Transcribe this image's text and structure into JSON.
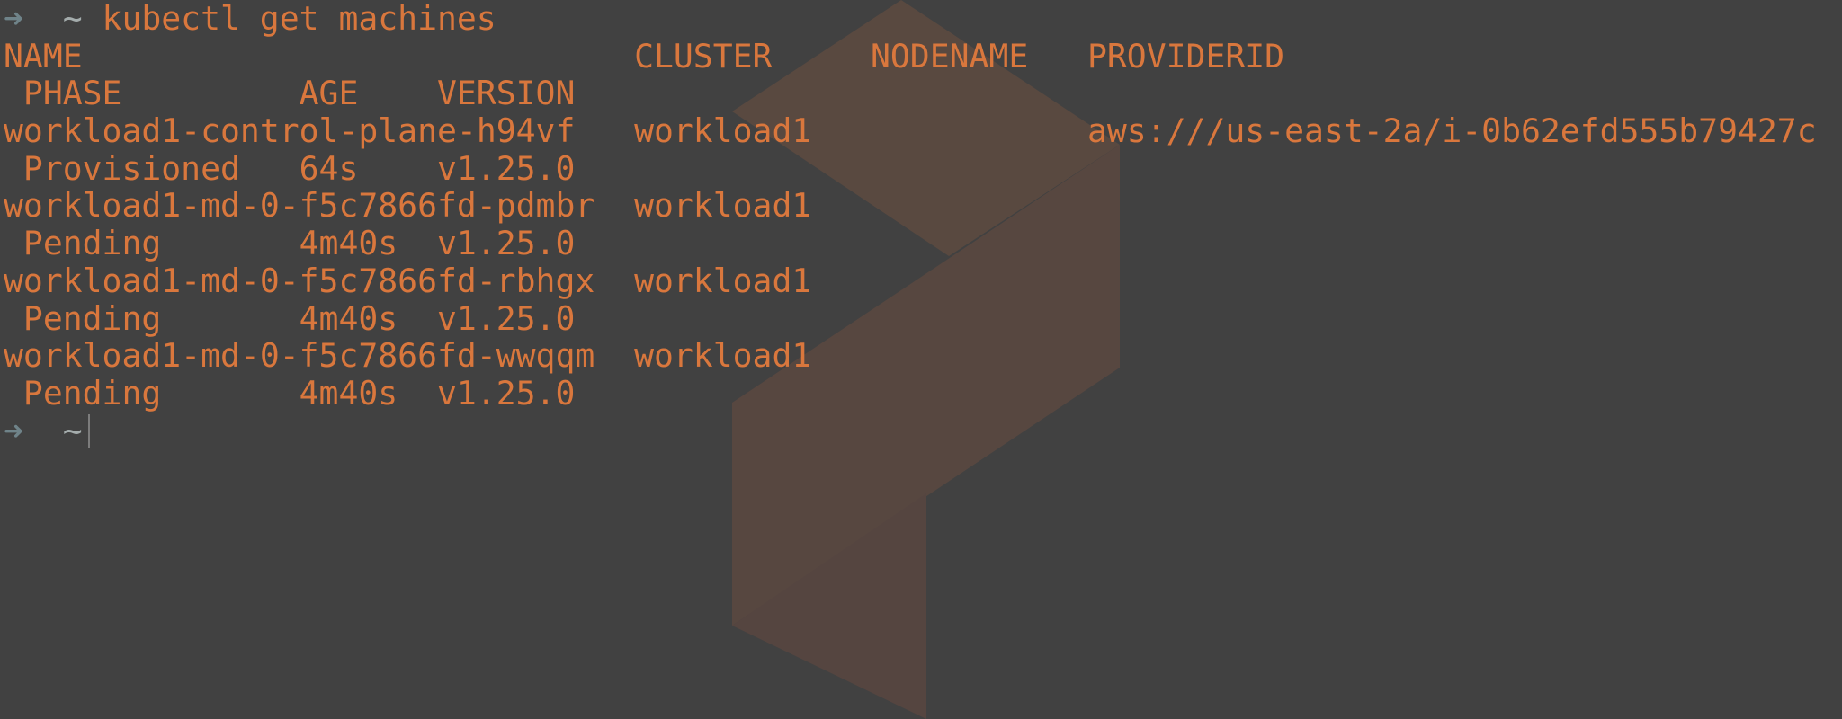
{
  "prompt": {
    "arrow": "➜",
    "cwd": "~",
    "command": "kubectl get machines"
  },
  "table": {
    "headers": {
      "name": "NAME",
      "cluster": "CLUSTER",
      "nodename": "NODENAME",
      "providerid": "PROVIDERID",
      "phase": "PHASE",
      "age": "AGE",
      "version": "VERSION"
    },
    "rows": [
      {
        "name": "workload1-control-plane-h94vf",
        "cluster": "workload1",
        "nodename": "",
        "providerid": "aws:///us-east-2a/i-0b62efd555b79427c",
        "phase": "Provisioned",
        "age": "64s",
        "version": "v1.25.0"
      },
      {
        "name": "workload1-md-0-f5c7866fd-pdmbr",
        "cluster": "workload1",
        "nodename": "",
        "providerid": "",
        "phase": "Pending",
        "age": "4m40s",
        "version": "v1.25.0"
      },
      {
        "name": "workload1-md-0-f5c7866fd-rbhgx",
        "cluster": "workload1",
        "nodename": "",
        "providerid": "",
        "phase": "Pending",
        "age": "4m40s",
        "version": "v1.25.0"
      },
      {
        "name": "workload1-md-0-f5c7866fd-wwqqm",
        "cluster": "workload1",
        "nodename": "",
        "providerid": "",
        "phase": "Pending",
        "age": "4m40s",
        "version": "v1.25.0"
      }
    ]
  },
  "prompt2": {
    "arrow": "➜",
    "cwd": "~"
  },
  "colors": {
    "background": "#414141",
    "text": "#d9773d",
    "arrow": "#6f8389",
    "logo": "#5a4940"
  }
}
